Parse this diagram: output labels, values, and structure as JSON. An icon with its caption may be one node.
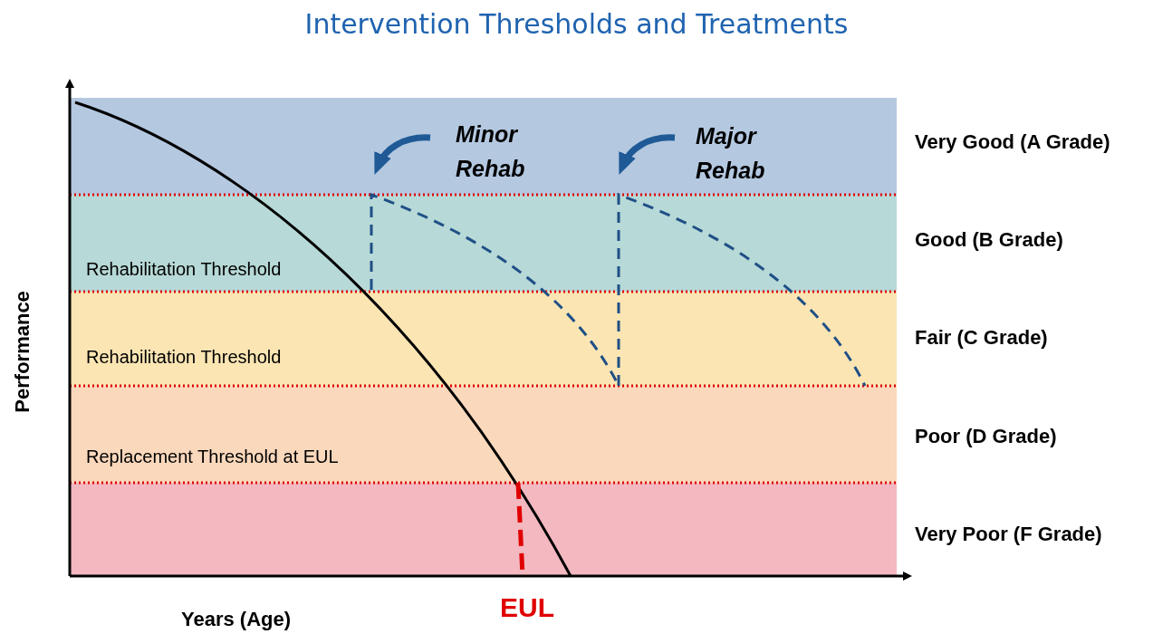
{
  "diagram": {
    "title": "Intervention Thresholds and Treatments",
    "labels": [
      "Minor Rehab",
      "Major Rehab",
      "Very Good (A Grade)",
      "Good (B Grade)",
      "Rehabilitation Threshold",
      "Rehabilitation Threshold",
      "Fair (C Grade)",
      "Poor (D Grade)",
      "Replacement Threshold at EUL",
      "Very Poor (F Grade)",
      "Performance",
      "Years (Age)",
      "EUL"
    ]
  }
}
